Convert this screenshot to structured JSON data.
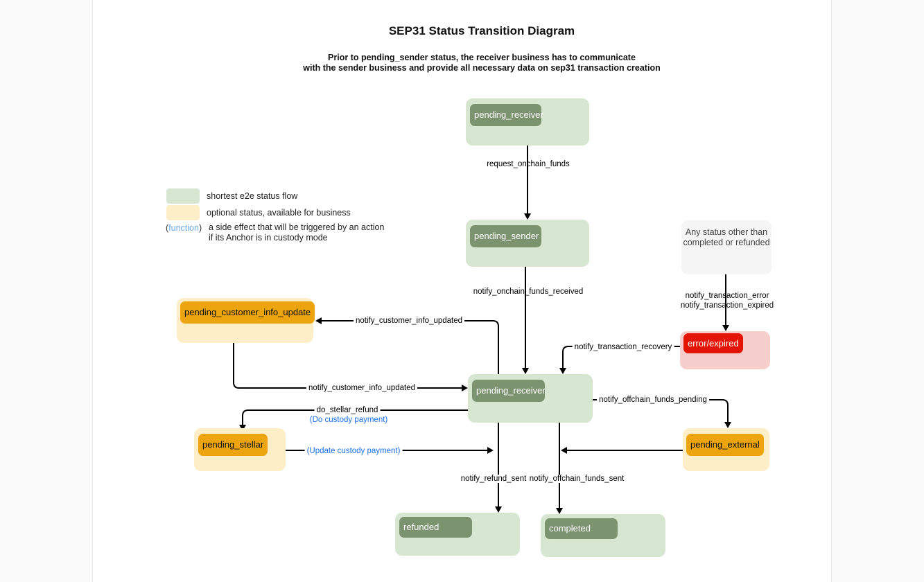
{
  "diagram": {
    "title": "SEP31 Status Transition Diagram",
    "subtitle_line1": "Prior to pending_sender status, the receiver business has to communicate",
    "subtitle_line2": "with the sender business and provide all necessary data on sep31 transaction creation"
  },
  "legend": {
    "green_label": "shortest e2e status flow",
    "yellow_label": "optional status, available for business",
    "function_open": "(",
    "function_word": "function",
    "function_close": ")",
    "function_desc_line1": "a side effect that will be triggered by an action",
    "function_desc_line2": "if its Anchor is in custody mode"
  },
  "nodes": {
    "pending_receiver_top": "pending_receiver",
    "pending_sender": "pending_sender",
    "any_status_note_line1": "Any status other than",
    "any_status_note_line2": "completed or refunded",
    "pending_customer_info_update": "pending_customer_info_update",
    "error_expired": "error/expired",
    "pending_receiver_mid": "pending_receiver",
    "pending_stellar": "pending_stellar",
    "pending_external": "pending_external",
    "refunded": "refunded",
    "completed": "completed"
  },
  "edges": {
    "request_onchain_funds": "request_onchain_funds",
    "notify_onchain_funds_received": "notify_onchain_funds_received",
    "notify_transaction_error": "notify_transaction_error",
    "notify_transaction_expired": "notify_transaction_expired",
    "notify_transaction_recovery": "notify_transaction_recovery",
    "notify_customer_info_updated_upper": "notify_customer_info_updated",
    "notify_customer_info_updated_lower": "notify_customer_info_updated",
    "do_stellar_refund": "do_stellar_refund",
    "do_custody_payment": "(Do custody payment)",
    "update_custody_payment": "(Update custody payment)",
    "notify_offchain_funds_pending": "notify_offchain_funds_pending",
    "notify_refund_sent": "notify_refund_sent",
    "notify_offchain_funds_sent": "notify_offchain_funds_sent"
  },
  "colors": {
    "green_fill": "#d6e6d0",
    "green_badge": "#7c9370",
    "yellow_fill": "#fdeec8",
    "orange_badge": "#eca50f",
    "pink_fill": "#f6cecb",
    "red_badge": "#e51400",
    "note_fill": "#f5f5f5",
    "custody_blue": "#1a6fe8",
    "function_blue": "#6cabe8"
  }
}
